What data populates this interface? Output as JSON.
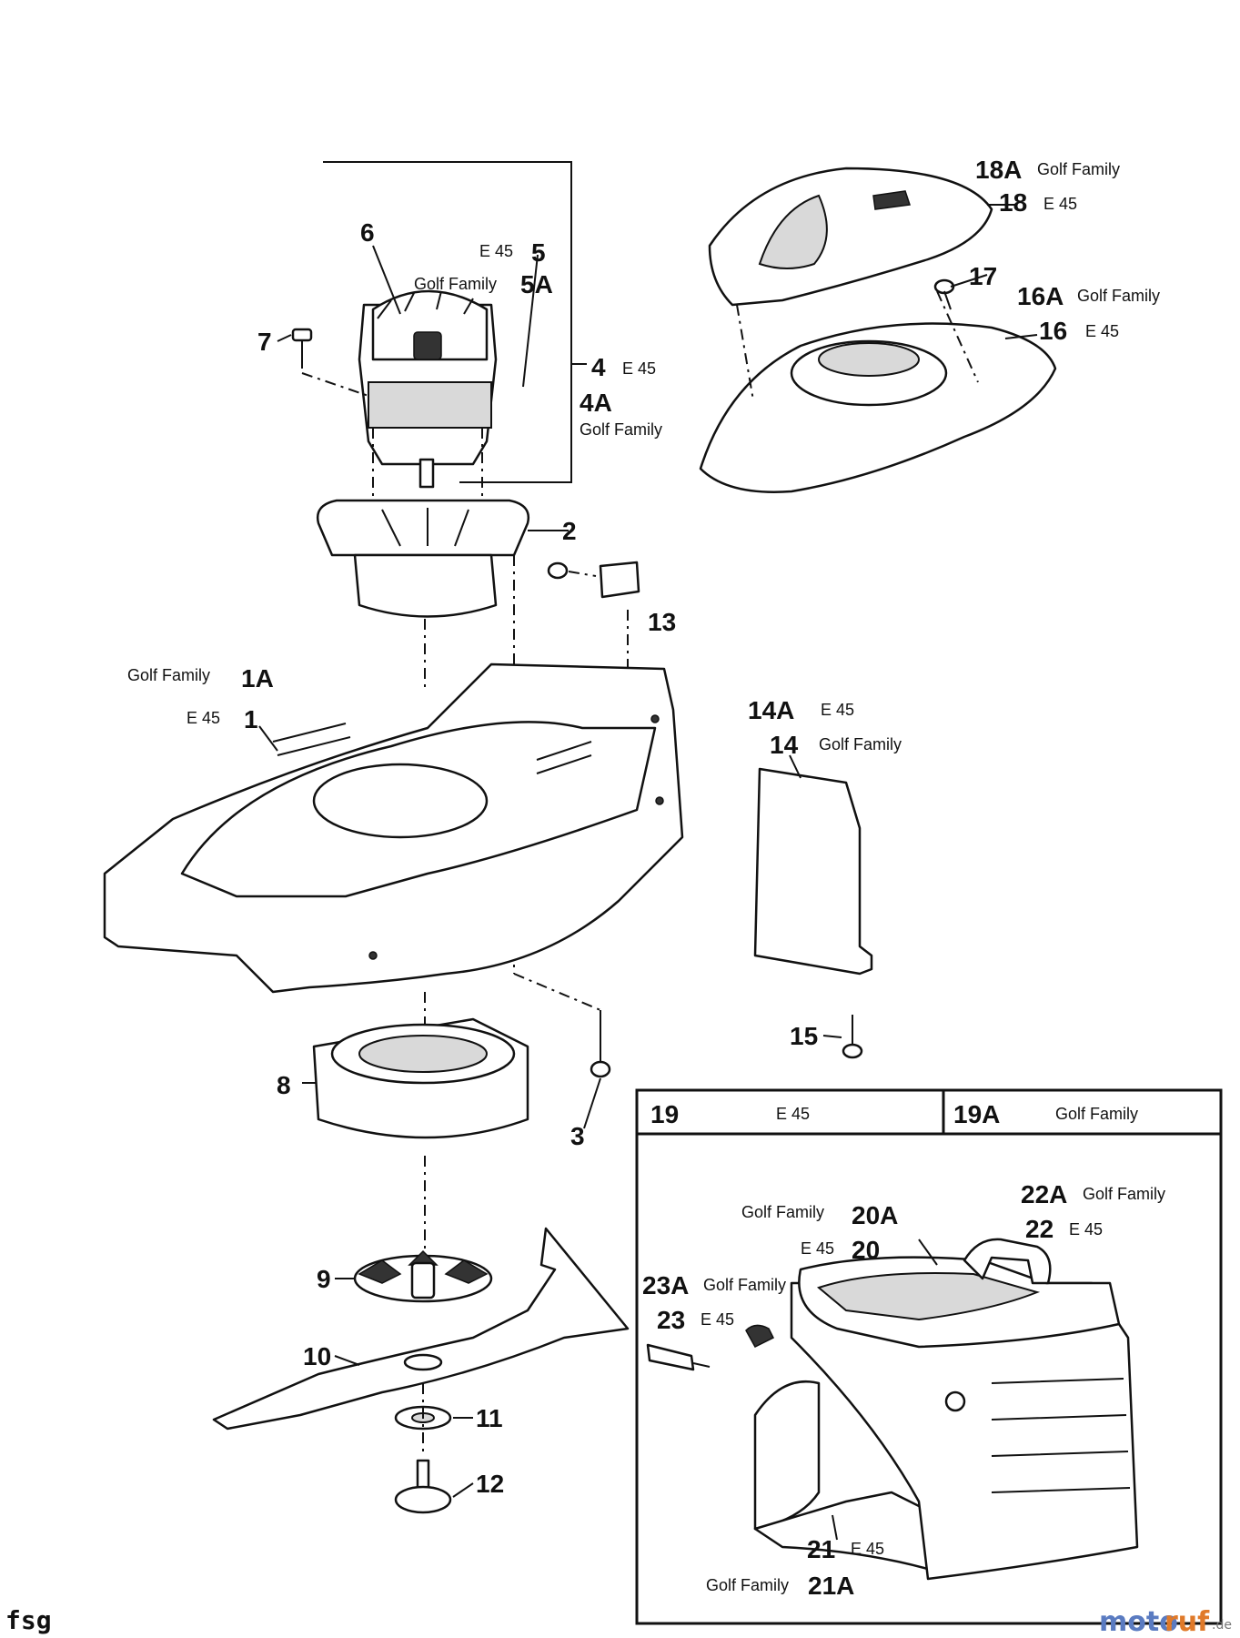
{
  "labels": {
    "p18A": "18A",
    "p18A_tag": "Golf Family",
    "p18": "18",
    "p18_tag": "E 45",
    "p17": "17",
    "p16A": "16A",
    "p16A_tag": "Golf Family",
    "p16": "16",
    "p16_tag": "E 45",
    "p6": "6",
    "p5": "5",
    "p5_tag": "E 45",
    "p5A": "5A",
    "p5A_tag": "Golf Family",
    "p7": "7",
    "p4": "4",
    "p4_tag": "E 45",
    "p4A": "4A",
    "p4A_tag": "Golf Family",
    "p2": "2",
    "p13": "13",
    "p1A": "1A",
    "p1A_tag": "Golf Family",
    "p1": "1",
    "p1_tag": "E 45",
    "p14A": "14A",
    "p14A_tag": "E 45",
    "p14": "14",
    "p14_tag": "Golf Family",
    "p15": "15",
    "p8": "8",
    "p3": "3",
    "p9": "9",
    "p10": "10",
    "p11": "11",
    "p12": "12"
  },
  "inset": {
    "h19": "19",
    "h19_tag": "E 45",
    "h19A": "19A",
    "h19A_tag": "Golf Family",
    "p22A": "22A",
    "p22A_tag": "Golf Family",
    "p22": "22",
    "p22_tag": "E 45",
    "p20A": "20A",
    "p20A_tag": "Golf Family",
    "p20": "20",
    "p20_tag": "E 45",
    "p23A": "23A",
    "p23A_tag": "Golf Family",
    "p23": "23",
    "p23_tag": "E 45",
    "p21": "21",
    "p21_tag": "E 45",
    "p21A": "21A",
    "p21A_tag": "Golf Family"
  },
  "footer": {
    "signature": "fsg",
    "watermark_a": "moto",
    "watermark_b": "ruf",
    "watermark_c": ".de"
  }
}
